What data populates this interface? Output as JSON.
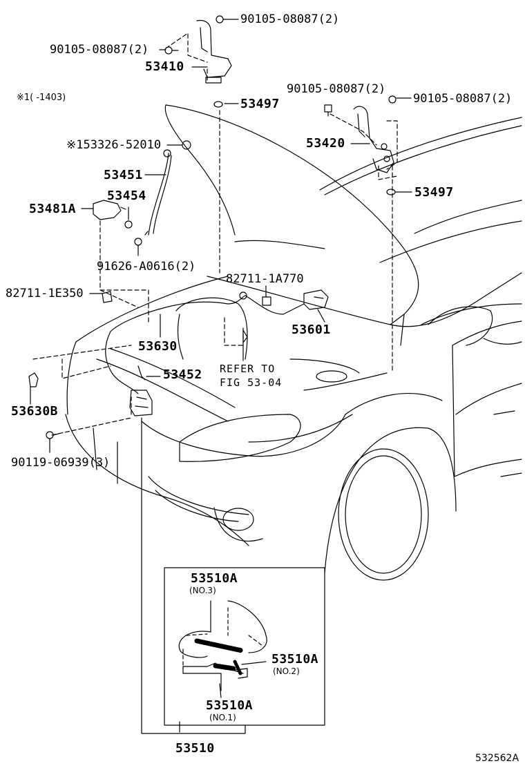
{
  "diagram": {
    "labels": {
      "hinge_bolt_top": "90105-08087(2)",
      "hinge_bolt_left": "90105-08087(2)",
      "hinge_left": "53410",
      "cushion_left": "53497",
      "note_marker": "※1(    -1403)",
      "hinge_bolt_mid": "90105-08087(2)",
      "hinge_bolt_right": "90105-08087(2)",
      "hinge_right": "53420",
      "cushion_right": "53497",
      "support_part": "※153326-52010",
      "hood_rod": "53451",
      "rod_holder": "53454",
      "rod_clamp": "53481A",
      "clip_bolt": "91626-A0616(2)",
      "clamp_a": "82711-1A770",
      "clamp_b": "82711-1E350",
      "release_lever": "53601",
      "release_cable": "53630",
      "cable_clamp": "53630B",
      "lock_guide": "53452",
      "refer_line1": "REFER TO",
      "refer_line2": "FIG 53-04",
      "lock_bolt": "90119-06939(3)",
      "spring_no3": "53510A",
      "spring_no3_sub": "(NO.3)",
      "spring_no2": "53510A",
      "spring_no2_sub": "(NO.2)",
      "spring_no1": "53510A",
      "spring_no1_sub": "(NO.1)",
      "hood_lock": "53510",
      "figure_code": "532562A"
    }
  }
}
